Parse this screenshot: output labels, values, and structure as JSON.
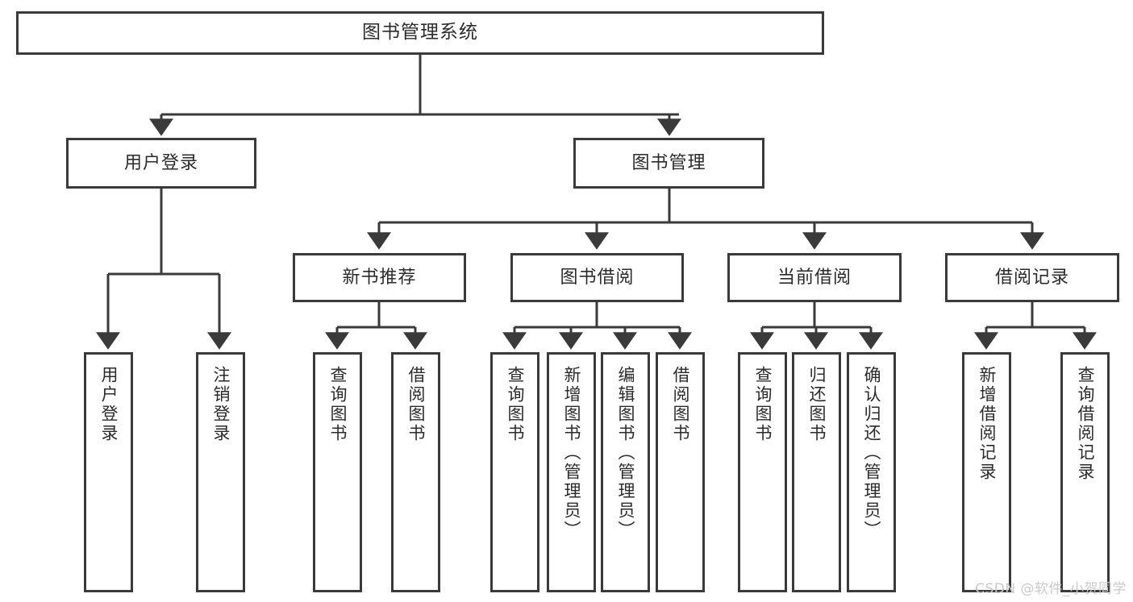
{
  "diagram": {
    "title": "图书管理系统",
    "type": "hierarchy-tree",
    "watermark": "CSDN @软件_小贺同学",
    "colors": {
      "stroke": "#3a3a3a",
      "fill": "#ffffff",
      "text": "#2b2b2b",
      "watermark": "#c9c9c9"
    },
    "levels": {
      "level0": [
        {
          "id": "root",
          "label": "图书管理系统"
        }
      ],
      "level1": [
        {
          "id": "user_login",
          "label": "用户登录"
        },
        {
          "id": "book_mgmt",
          "label": "图书管理"
        }
      ],
      "level2": [
        {
          "id": "new_book_rec",
          "label": "新书推荐"
        },
        {
          "id": "book_borrow",
          "label": "图书借阅"
        },
        {
          "id": "current_borrow",
          "label": "当前借阅"
        },
        {
          "id": "borrow_record",
          "label": "借阅记录"
        }
      ],
      "level3": [
        {
          "id": "leaf_user_login",
          "label": "用户登录",
          "parent": "user_login"
        },
        {
          "id": "leaf_logout",
          "label": "注销登录",
          "parent": "user_login"
        },
        {
          "id": "leaf_query_book_1",
          "label": "查询图书",
          "parent": "new_book_rec"
        },
        {
          "id": "leaf_borrow_book_1",
          "label": "借阅图书",
          "parent": "new_book_rec"
        },
        {
          "id": "leaf_query_book_2",
          "label": "查询图书",
          "parent": "book_borrow"
        },
        {
          "id": "leaf_add_book",
          "label": "新增图书（管理员）",
          "parent": "book_borrow"
        },
        {
          "id": "leaf_edit_book",
          "label": "编辑图书（管理员）",
          "parent": "book_borrow"
        },
        {
          "id": "leaf_borrow_book_2",
          "label": "借阅图书",
          "parent": "book_borrow"
        },
        {
          "id": "leaf_query_book_3",
          "label": "查询图书",
          "parent": "current_borrow"
        },
        {
          "id": "leaf_return_book",
          "label": "归还图书",
          "parent": "current_borrow"
        },
        {
          "id": "leaf_confirm_return",
          "label": "确认归还（管理员）",
          "parent": "current_borrow"
        },
        {
          "id": "leaf_add_record",
          "label": "新增借阅记录",
          "parent": "borrow_record"
        },
        {
          "id": "leaf_query_record",
          "label": "查询借阅记录",
          "parent": "borrow_record"
        }
      ]
    }
  }
}
